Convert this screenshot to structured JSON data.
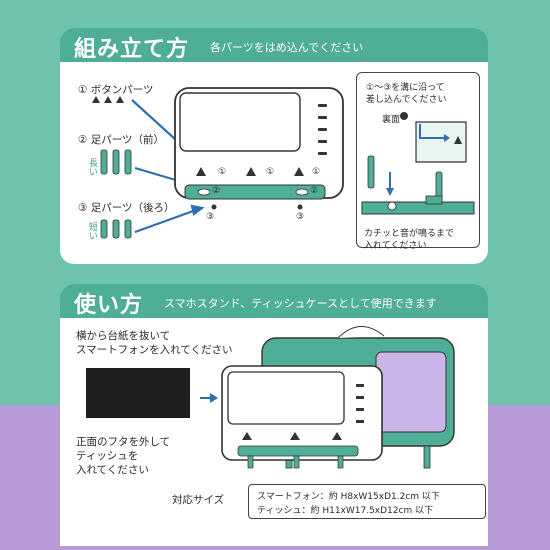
{
  "assembly": {
    "title": "組み立て方",
    "subtitle": "各パーツをはめ込んでください",
    "button_parts": "① ボタンパーツ",
    "leg_front": "② 足パーツ（前）",
    "leg_back": "③ 足パーツ（後ろ）",
    "long_label": "長い",
    "short_label": "短い",
    "marker_1": "①",
    "marker_2": "②",
    "marker_3": "③",
    "inset_text_1": "①～③を溝に沿って",
    "inset_text_2": "差し込んでください",
    "back_label": "裏面",
    "click_text_1": "カチッと音が鳴るまで",
    "click_text_2": "入れてください"
  },
  "usage": {
    "title": "使い方",
    "subtitle": "スマホスタンド、ティッシュケースとして使用できます",
    "step1_line1": "横から台紙を抜いて",
    "step1_line2": "スマートフォンを入れてください",
    "step2_line1": "正面のフタを外して",
    "step2_line2": "ティッシュを",
    "step2_line3": "入れてください",
    "compat_label": "対応サイズ",
    "spec_phone": "スマートフォン：約 H8xW15xD1.2cm 以下",
    "spec_tissue": "ティッシュ：約 H11xW17.5xD12cm 以下"
  },
  "colors": {
    "teal": "#4fae97",
    "mint": "#6ec3ad",
    "lilac": "#b89ad8",
    "dark": "#2a2a2a"
  }
}
